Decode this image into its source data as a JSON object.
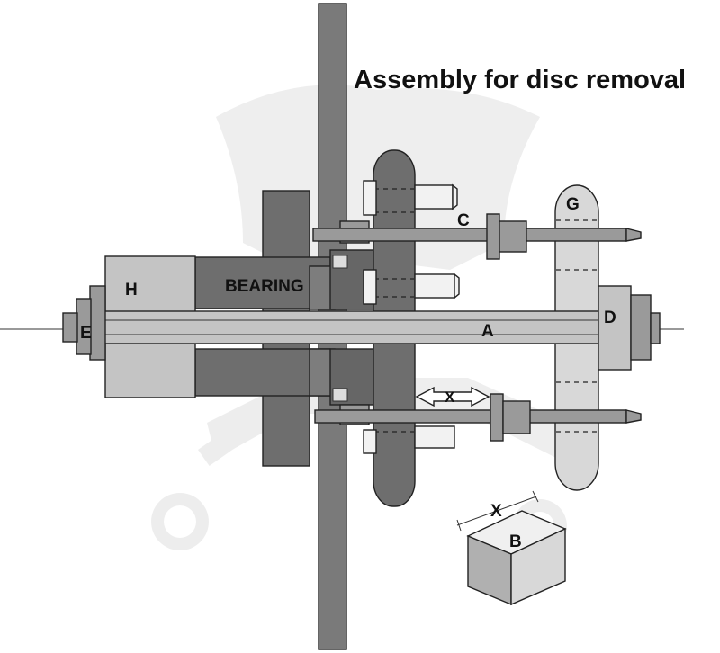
{
  "title": "Assembly for disc removal",
  "labels": {
    "a": "A",
    "b": "B",
    "c": "C",
    "d": "D",
    "e": "E",
    "g": "G",
    "h": "H",
    "x_arrow": "X",
    "x_block": "X",
    "bearing": "BEARING"
  },
  "colors": {
    "plate": "#7a7a7a",
    "dark": "#6e6e6e",
    "medium": "#9a9a9a",
    "light": "#c4c4c4",
    "pale": "#d8d8d8",
    "watermark": "#ececec"
  },
  "icons": [
    "double-arrow-icon",
    "background-watermark-logo"
  ]
}
